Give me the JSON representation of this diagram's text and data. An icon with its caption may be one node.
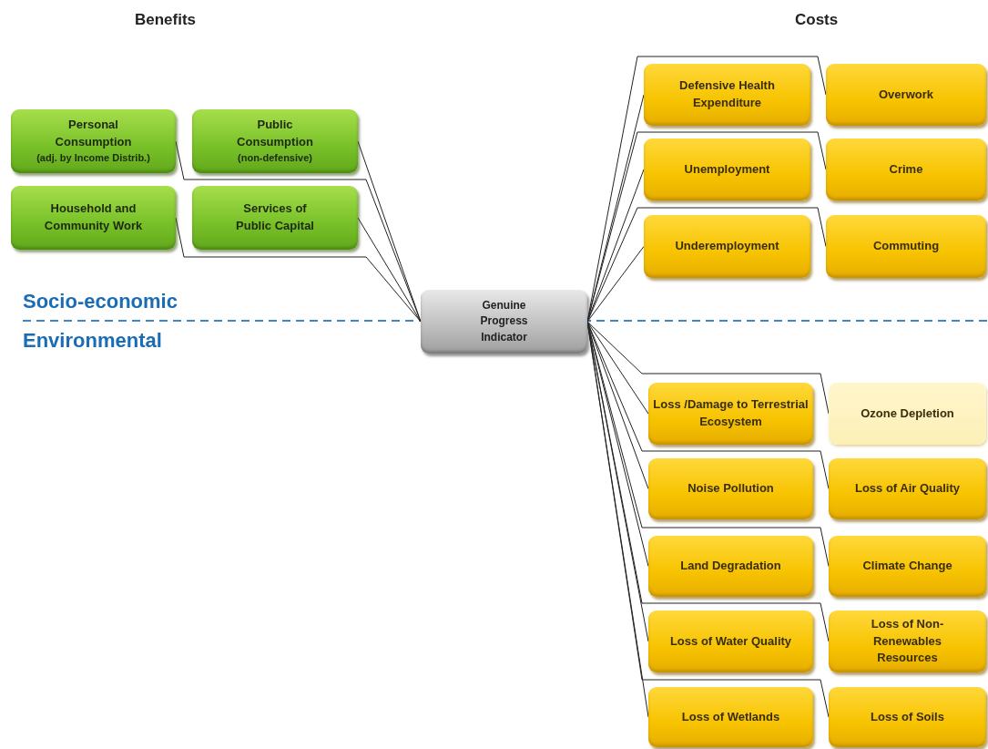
{
  "diagram": {
    "nodes": [
      {
        "text": [
          "Personal Consumption",
          "(adj. by Income Distrib.)"
        ]
      },
      {
        "text": [
          "Public Consumption",
          "(non-defensive)"
        ]
      },
      {
        "text": [
          "Household and Community Work"
        ]
      },
      {
        "text": [
          "Services of Public Capital"
        ]
      },
      {
        "text": [
          "Defensive Health Expenditure"
        ]
      },
      {
        "text": [
          "Overwork"
        ]
      },
      {
        "text": [
          "Unemployment"
        ]
      },
      {
        "text": [
          "Crime"
        ]
      },
      {
        "text": [
          "Underemployment"
        ]
      },
      {
        "text": [
          "Commuting"
        ]
      },
      {
        "text": [
          "Genuine Progress Indicator"
        ]
      },
      {
        "text": [
          "Loss /Damage to Terrestrial Ecosystem"
        ]
      },
      {
        "text": [
          "Ozone Depletion"
        ]
      },
      {
        "text": [
          "Noise Pollution"
        ]
      },
      {
        "text": [
          "Loss of Air Quality"
        ]
      },
      {
        "text": [
          "Land Degradation"
        ]
      },
      {
        "text": [
          "Climate Change"
        ]
      },
      {
        "text": [
          "Loss of Water Quality"
        ]
      },
      {
        "text": [
          "Loss of Non-Renewables Resources"
        ]
      },
      {
        "text": [
          "Loss of Wetlands"
        ]
      },
      {
        "text": [
          "Loss of Soils"
        ]
      }
    ],
    "edges": [
      {
        "from": 10,
        "to": 0,
        "arrow": "none"
      },
      {
        "from": 10,
        "to": 1,
        "arrow": "none"
      },
      {
        "from": 10,
        "to": 2,
        "arrow": "none"
      },
      {
        "from": 10,
        "to": 3,
        "arrow": "none"
      },
      {
        "from": 10,
        "to": 4,
        "arrow": "none"
      },
      {
        "from": 10,
        "to": 5,
        "arrow": "none"
      },
      {
        "from": 10,
        "to": 6,
        "arrow": "none"
      },
      {
        "from": 10,
        "to": 7,
        "arrow": "none"
      },
      {
        "from": 10,
        "to": 8,
        "arrow": "none"
      },
      {
        "from": 10,
        "to": 9,
        "arrow": "none"
      },
      {
        "from": 10,
        "to": 11,
        "arrow": "none"
      },
      {
        "from": 10,
        "to": 12,
        "arrow": "none"
      },
      {
        "from": 10,
        "to": 13,
        "arrow": "none"
      },
      {
        "from": 10,
        "to": 14,
        "arrow": "none"
      },
      {
        "from": 10,
        "to": 15,
        "arrow": "none"
      },
      {
        "from": 10,
        "to": 16,
        "arrow": "none"
      },
      {
        "from": 10,
        "to": 17,
        "arrow": "none"
      },
      {
        "from": 10,
        "to": 18,
        "arrow": "none"
      },
      {
        "from": 10,
        "to": 19,
        "arrow": "none"
      },
      {
        "from": 10,
        "to": 20,
        "arrow": "none"
      }
    ],
    "labels": [
      "Benefits",
      "Costs",
      "Socio-economic",
      "Environmental"
    ]
  }
}
